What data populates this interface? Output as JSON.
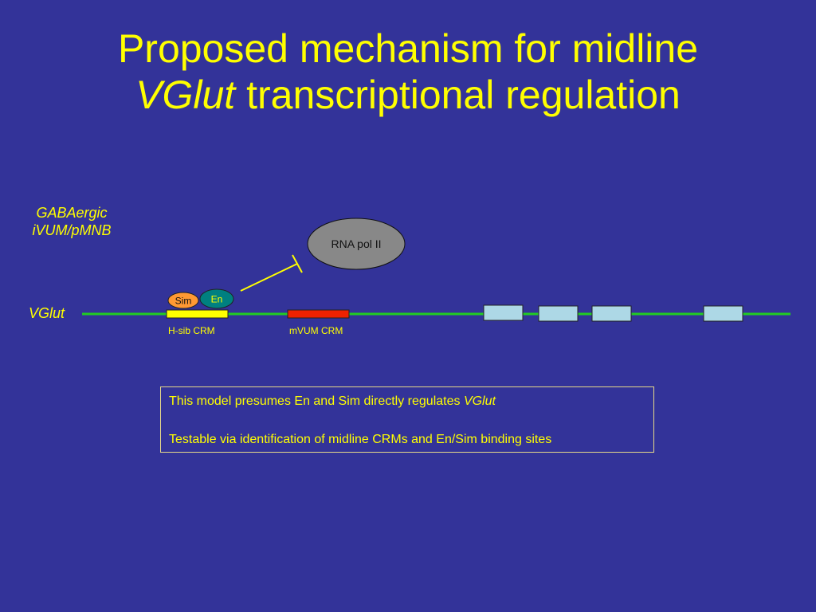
{
  "slide": {
    "title_line1": "Proposed mechanism for midline",
    "title_line2_italic": "VGlut",
    "title_line2_rest": " transcriptional regulation"
  },
  "diagram": {
    "cell_type_line1": "GABAergic",
    "cell_type_line2": "iVUM/pMNB",
    "gene_label": "VGlut",
    "rna_pol_label": "RNA pol II",
    "sim_label": "Sim",
    "en_label": "En",
    "hsib_crm_label": "H-sib CRM",
    "mvum_crm_label": "mVUM CRM"
  },
  "note": {
    "line1_text": "This model presumes En and Sim directly regulates ",
    "line1_italic": "VGlut",
    "line2_text": "Testable via identification of midline CRMs and En/Sim binding sites"
  },
  "colors": {
    "background": "#333399",
    "text": "#ffff00",
    "gene_line": "#22cc22",
    "hsib_crm": "#ffff00",
    "mvum_crm": "#ee2200",
    "exon": "#add8e6",
    "rna_pol": "#888888",
    "sim": "#ff9933",
    "en": "#008080"
  }
}
